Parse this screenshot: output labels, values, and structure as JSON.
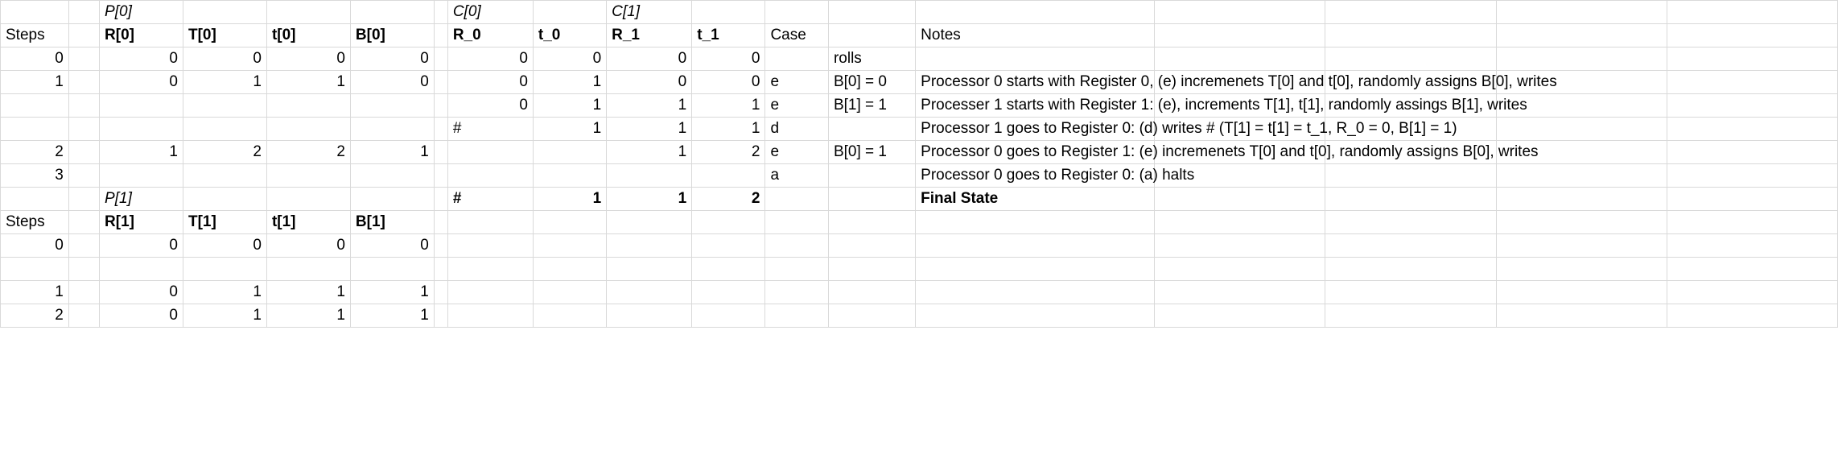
{
  "headers": {
    "group_p0": "P[0]",
    "group_p1": "P[1]",
    "group_c0": "C[0]",
    "group_c1": "C[1]",
    "steps": "Steps",
    "p0_cols": [
      "R[0]",
      "T[0]",
      "t[0]",
      "B[0]"
    ],
    "p1_cols": [
      "R[1]",
      "T[1]",
      "t[1]",
      "B[1]"
    ],
    "c_cols": [
      "R_0",
      "t_0",
      "R_1",
      "t_1"
    ],
    "case": "Case",
    "notes": "Notes"
  },
  "rows": {
    "r0": {
      "steps": "0",
      "p": [
        "0",
        "0",
        "0",
        "0"
      ],
      "c": [
        "0",
        "0",
        "0",
        "0"
      ],
      "case": "",
      "assign": "rolls",
      "note": ""
    },
    "r1": {
      "steps": "1",
      "p": [
        "0",
        "1",
        "1",
        "0"
      ],
      "c": [
        "0",
        "1",
        "0",
        "0"
      ],
      "case": "e",
      "assign": "B[0] = 0",
      "note": "Processor 0 starts with Register 0, (e) incremenets T[0] and t[0], randomly assigns B[0], writes"
    },
    "r2": {
      "steps": "",
      "p": [
        "",
        "",
        "",
        ""
      ],
      "c": [
        "0",
        "1",
        "1",
        "1"
      ],
      "case": "e",
      "assign": "B[1] = 1",
      "note": "Processer 1 starts with Register 1: (e), increments T[1], t[1], randomly assings B[1], writes"
    },
    "r3": {
      "steps": "",
      "p": [
        "",
        "",
        "",
        ""
      ],
      "c": [
        "#",
        "1",
        "1",
        "1"
      ],
      "case": "d",
      "assign": "",
      "note": "Processor 1 goes to Register 0: (d) writes # (T[1] = t[1] = t_1, R_0 = 0, B[1] = 1)"
    },
    "r4": {
      "steps": "2",
      "p": [
        "1",
        "2",
        "2",
        "1"
      ],
      "c": [
        "",
        "",
        "1",
        "2"
      ],
      "case": "e",
      "assign": "B[0] = 1",
      "note": "Processor 0 goes to Register 1: (e) incremenets T[0] and t[0], randomly assigns B[0], writes"
    },
    "r5": {
      "steps": "3",
      "p": [
        "",
        "",
        "",
        ""
      ],
      "c": [
        "",
        "",
        "",
        ""
      ],
      "case": "a",
      "assign": "",
      "note": "Processor 0 goes to Register 0: (a) halts"
    },
    "final": {
      "c": [
        "#",
        "1",
        "1",
        "2"
      ],
      "case": "",
      "assign": "",
      "label": "Final State"
    },
    "p1_r0": {
      "steps": "0",
      "p": [
        "0",
        "0",
        "0",
        "0"
      ]
    },
    "p1_blank": {
      "steps": "",
      "p": [
        "",
        "",
        "",
        ""
      ]
    },
    "p1_r1": {
      "steps": "1",
      "p": [
        "0",
        "1",
        "1",
        "1"
      ]
    },
    "p1_r2": {
      "steps": "2",
      "p": [
        "0",
        "1",
        "1",
        "1"
      ]
    }
  },
  "colors": {
    "blue": "#c9daf8",
    "blue_light": "#cfe2f3",
    "pink": "#f4cccc",
    "green": "#00ff00",
    "grid": "#d9d9d9"
  }
}
